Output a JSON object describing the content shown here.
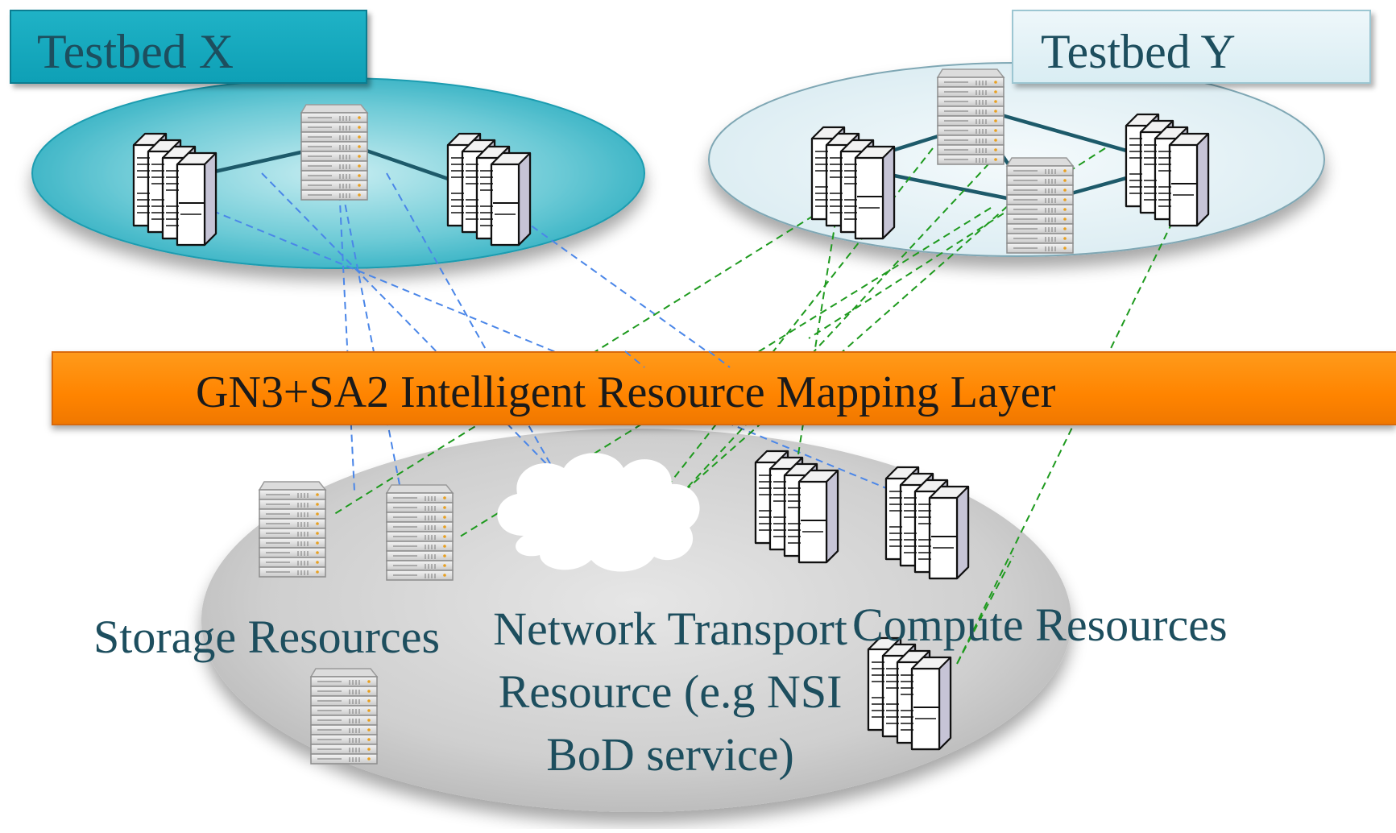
{
  "testbeds": [
    {
      "title": "Testbed X",
      "color": "#0ea0b6"
    },
    {
      "title": "Testbed Y",
      "color": "#dff0f5"
    }
  ],
  "mapping_layer": {
    "title": "GN3+SA2 Intelligent Resource Mapping Layer",
    "color": "#ff8a0a"
  },
  "resources": {
    "storage": "Storage Resources",
    "network": "Network Transport Resource (e.g NSI BoD service)",
    "compute": "Compute Resources"
  },
  "link_colors": {
    "testbed_x": "#4a86e8",
    "testbed_y": "#1e9a1e",
    "topology": "#1d5a6a"
  },
  "icons": [
    "server-tower-icon",
    "rack-server-icon",
    "cloud-icon"
  ]
}
